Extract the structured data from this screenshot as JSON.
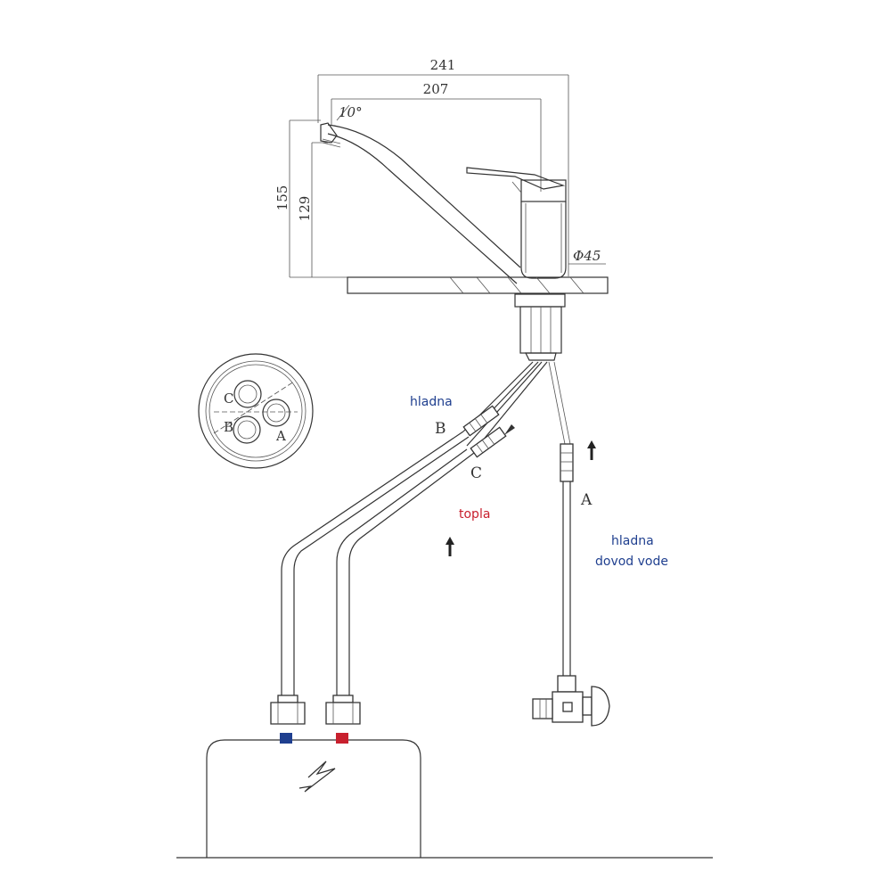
{
  "dimensions": {
    "width_total": "241",
    "width_spout": "207",
    "angle": "10°",
    "height_total": "155",
    "height_spout": "129",
    "diameter": "Φ45"
  },
  "hoses": {
    "b_letter": "B",
    "c_letter": "C",
    "a_letter": "A"
  },
  "bottom_view": {
    "c": "C",
    "b": "B",
    "a": "A"
  },
  "labels": {
    "cold": "hladna",
    "hot": "topla",
    "cold_supply_line1": "hladna",
    "cold_supply_line2": "dovod vode"
  },
  "colors": {
    "cold": "#1f3f8f",
    "hot": "#c8202e",
    "line": "#333333"
  },
  "icons": [
    "flow-arrow-icon",
    "lightning-icon"
  ]
}
